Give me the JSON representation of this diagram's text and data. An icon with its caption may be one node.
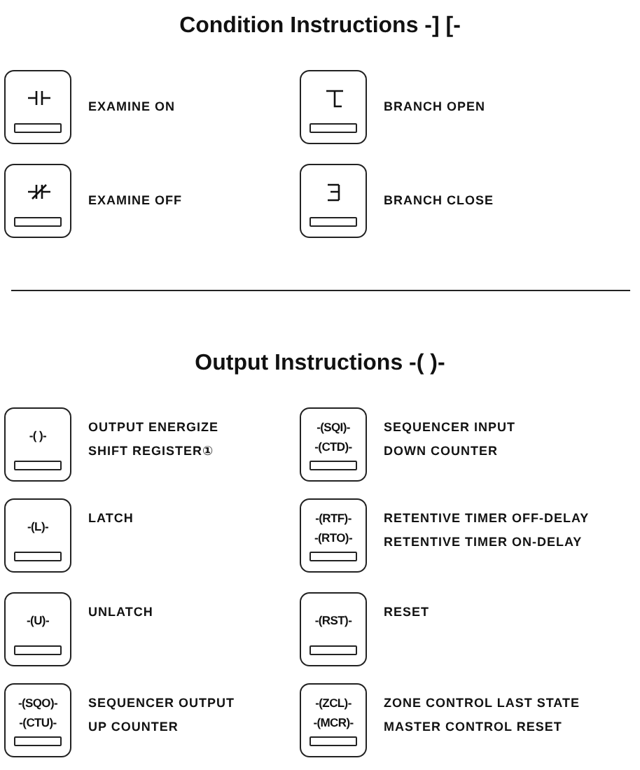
{
  "diagram": {
    "nodes": [
      {
        "text": [],
        "shape": "box",
        "beside": [
          "EXAMINE ON"
        ]
      },
      {
        "text": [],
        "shape": "box",
        "beside": [
          "BRANCH OPEN"
        ]
      },
      {
        "text": [],
        "shape": "box",
        "beside": [
          "EXAMINE OFF"
        ]
      },
      {
        "text": [],
        "shape": "box",
        "beside": [
          "BRANCH CLOSE"
        ]
      },
      {
        "text": [
          "-( )-"
        ],
        "beside": [
          "OUTPUT ENERGIZE",
          "SHIFT REGISTER①"
        ]
      },
      {
        "text": [
          "-(SQI)-",
          "-(CTD)-"
        ],
        "beside": [
          "SEQUENCER INPUT",
          "DOWN COUNTER"
        ]
      },
      {
        "text": [
          "-(L)-"
        ],
        "beside": [
          "LATCH"
        ]
      },
      {
        "text": [
          "-(RTF)-",
          "-(RTO)-"
        ],
        "beside": [
          "RETENTIVE TIMER OFF-DELAY",
          "RETENTIVE TIMER ON-DELAY"
        ]
      },
      {
        "text": [
          "-(U)-"
        ],
        "beside": [
          "UNLATCH"
        ]
      },
      {
        "text": [
          "-(RST)-"
        ],
        "beside": [
          "RESET"
        ]
      },
      {
        "text": [
          "-(SQO)-",
          "-(CTU)-"
        ],
        "beside": [
          "SEQUENCER OUTPUT",
          "UP COUNTER"
        ]
      },
      {
        "text": [
          "-(ZCL)-",
          "-(MCR)-"
        ],
        "beside": [
          "ZONE CONTROL LAST STATE",
          "MASTER CONTROL RESET"
        ]
      }
    ],
    "labels": [
      "Condition Instructions -] [-",
      "Output Instructions -( )-"
    ]
  }
}
